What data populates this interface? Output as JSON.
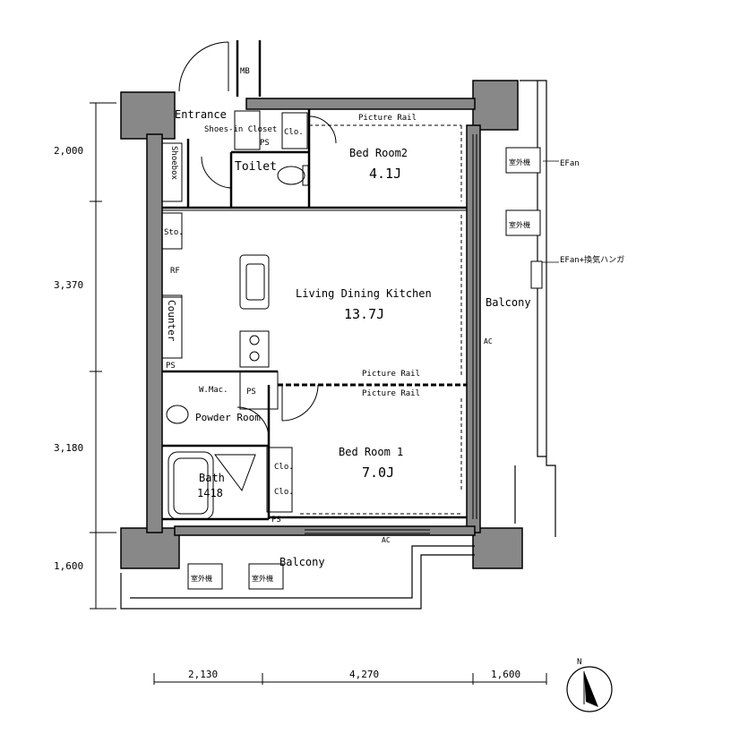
{
  "rooms": {
    "entrance": "Entrance",
    "shoes_in_closet": "Shoes-in Closet",
    "shoebox": "Shoebox",
    "toilet": "Toilet",
    "bedroom2": {
      "name": "Bed Room2",
      "size": "4.1J"
    },
    "ldk": {
      "name": "Living Dining Kitchen",
      "size": "13.7J"
    },
    "bedroom1": {
      "name": "Bed Room 1",
      "size": "7.0J"
    },
    "powder": "Powder Room",
    "bath": {
      "name": "Bath",
      "size": "1418"
    },
    "counter": "Counter",
    "balcony_east": "Balcony",
    "balcony_south": "Balcony"
  },
  "tags": {
    "mb": "MB",
    "ps": "PS",
    "clo": "Clo.",
    "sto": "Sto.",
    "wm": "W.Mac.",
    "ac": "AC",
    "rf": "RF",
    "picture_rail": "Picture Rail",
    "outdoor_unit": "室外機",
    "ef_fan": "EFan",
    "ef_fan_hood": "EFan+換気ハンガ"
  },
  "dimensions": {
    "left": [
      "2,000",
      "3,370",
      "3,180",
      "1,600"
    ],
    "bottom": [
      "2,130",
      "4,270",
      "1,600"
    ]
  },
  "compass": "N"
}
